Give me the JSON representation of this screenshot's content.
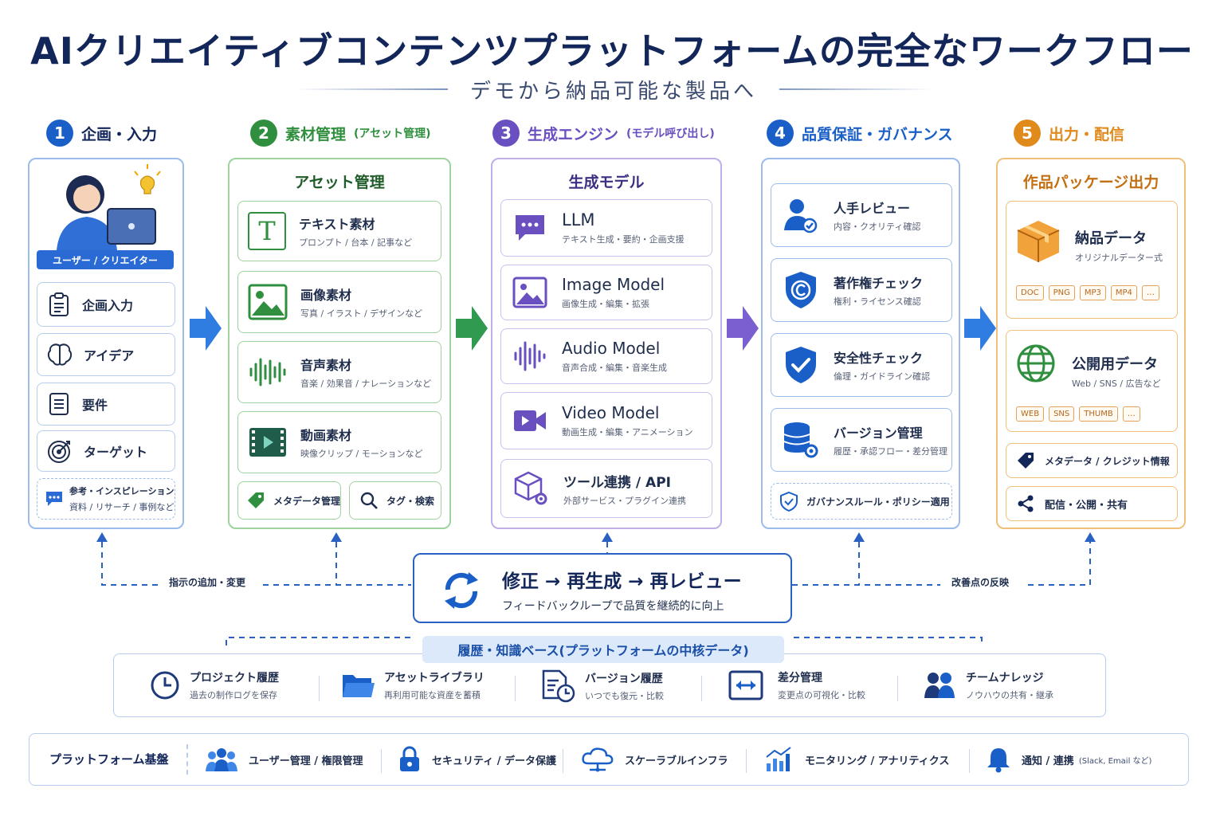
{
  "title": "AIクリエイティブコンテンツプラットフォームの完全なワークフロー",
  "subtitle": "デモから納品可能な製品へ",
  "colors": {
    "blue": "#1a5fc8",
    "green": "#2f8f3e",
    "purple": "#6a4fc0",
    "orange": "#e08a1c",
    "navy": "#13265a"
  },
  "sections": [
    {
      "num": "1",
      "label": "企画・入力",
      "sub": ""
    },
    {
      "num": "2",
      "label": "素材管理",
      "sub": "(アセット管理)"
    },
    {
      "num": "3",
      "label": "生成エンジン",
      "sub": "(モデル呼び出し)"
    },
    {
      "num": "4",
      "label": "品質保証・ガバナンス",
      "sub": ""
    },
    {
      "num": "5",
      "label": "出力・配信",
      "sub": ""
    }
  ],
  "planning": {
    "user_label": "ユーザー / クリエイター",
    "items": [
      {
        "icon": "clipboard-icon",
        "label": "企画入力"
      },
      {
        "icon": "brain-icon",
        "label": "アイデア"
      },
      {
        "icon": "document-icon",
        "label": "要件"
      },
      {
        "icon": "target-icon",
        "label": "ターゲット"
      }
    ],
    "reference": {
      "icon": "chat-icon",
      "line1": "参考・インスピレーション",
      "line2": "資料 / リサーチ / 事例など"
    }
  },
  "assets": {
    "title": "アセット管理",
    "items": [
      {
        "icon": "text-icon",
        "title": "テキスト素材",
        "sub": "プロンプト / 台本 / 記事など"
      },
      {
        "icon": "image-icon",
        "title": "画像素材",
        "sub": "写真 / イラスト / デザインなど"
      },
      {
        "icon": "waveform-icon",
        "title": "音声素材",
        "sub": "音楽 / 効果音 / ナレーションなど"
      },
      {
        "icon": "film-icon",
        "title": "動画素材",
        "sub": "映像クリップ / モーションなど"
      }
    ],
    "meta_label": "メタデータ管理",
    "search_label": "タグ・検索"
  },
  "models": {
    "title": "生成モデル",
    "items": [
      {
        "icon": "chat-bubble-icon",
        "title": "LLM",
        "sub": "テキスト生成・要約・企画支援"
      },
      {
        "icon": "image-icon",
        "title": "Image Model",
        "sub": "画像生成・編集・拡張"
      },
      {
        "icon": "waveform-icon",
        "title": "Audio Model",
        "sub": "音声合成・編集・音楽生成"
      },
      {
        "icon": "video-camera-icon",
        "title": "Video Model",
        "sub": "動画生成・編集・アニメーション"
      },
      {
        "icon": "cube-gear-icon",
        "title": "ツール連携 / API",
        "sub": "外部サービス・プラグイン連携"
      }
    ]
  },
  "quality": {
    "items": [
      {
        "icon": "person-icon",
        "title": "人手レビュー",
        "sub": "内容・クオリティ確認"
      },
      {
        "icon": "copyright-icon",
        "title": "著作権チェック",
        "sub": "権利・ライセンス確認"
      },
      {
        "icon": "shield-check-icon",
        "title": "安全性チェック",
        "sub": "倫理・ガイドライン確認"
      },
      {
        "icon": "database-gear-icon",
        "title": "バージョン管理",
        "sub": "履歴・承認フロー・差分管理"
      }
    ],
    "governance": "ガバナンスルール・ポリシー適用"
  },
  "output": {
    "title": "作品パッケージ出力",
    "delivery": {
      "title": "納品データ",
      "sub": "オリジナルデーター式",
      "formats": [
        "DOC",
        "PNG",
        "MP3",
        "MP4",
        "…"
      ]
    },
    "public": {
      "title": "公開用データ",
      "sub": "Web / SNS / 広告など",
      "formats": [
        "WEB",
        "SNS",
        "THUMB",
        "…"
      ]
    },
    "meta": "メタデータ / クレジット情報",
    "distribute": "配信・公開・共有"
  },
  "feedback": {
    "title": "修正 → 再生成 → 再レビュー",
    "sub": "フィードバックループで品質を継続的に向上",
    "left_label": "指示の追加・変更",
    "right_label": "改善点の反映"
  },
  "knowledge": {
    "title": "履歴・知識ベース(プラットフォームの中核データ)",
    "items": [
      {
        "icon": "clock-icon",
        "title": "プロジェクト履歴",
        "sub": "過去の制作ログを保存"
      },
      {
        "icon": "folder-icon",
        "title": "アセットライブラリ",
        "sub": "再利用可能な資産を蓄積"
      },
      {
        "icon": "doc-clock-icon",
        "title": "バージョン履歴",
        "sub": "いつでも復元・比較"
      },
      {
        "icon": "diff-icon",
        "title": "差分管理",
        "sub": "変更点の可視化・比較"
      },
      {
        "icon": "team-icon",
        "title": "チームナレッジ",
        "sub": "ノウハウの共有・継承"
      }
    ]
  },
  "platform": {
    "title": "プラットフォーム基盤",
    "items": [
      {
        "icon": "users-icon",
        "label": "ユーザー管理 / 権限管理",
        "extra": ""
      },
      {
        "icon": "lock-icon",
        "label": "セキュリティ / データ保護",
        "extra": ""
      },
      {
        "icon": "cloud-icon",
        "label": "スケーラブルインフラ",
        "extra": ""
      },
      {
        "icon": "chart-icon",
        "label": "モニタリング / アナリティクス",
        "extra": ""
      },
      {
        "icon": "bell-icon",
        "label": "通知 / 連携",
        "extra": "(Slack, Email など)"
      }
    ]
  }
}
